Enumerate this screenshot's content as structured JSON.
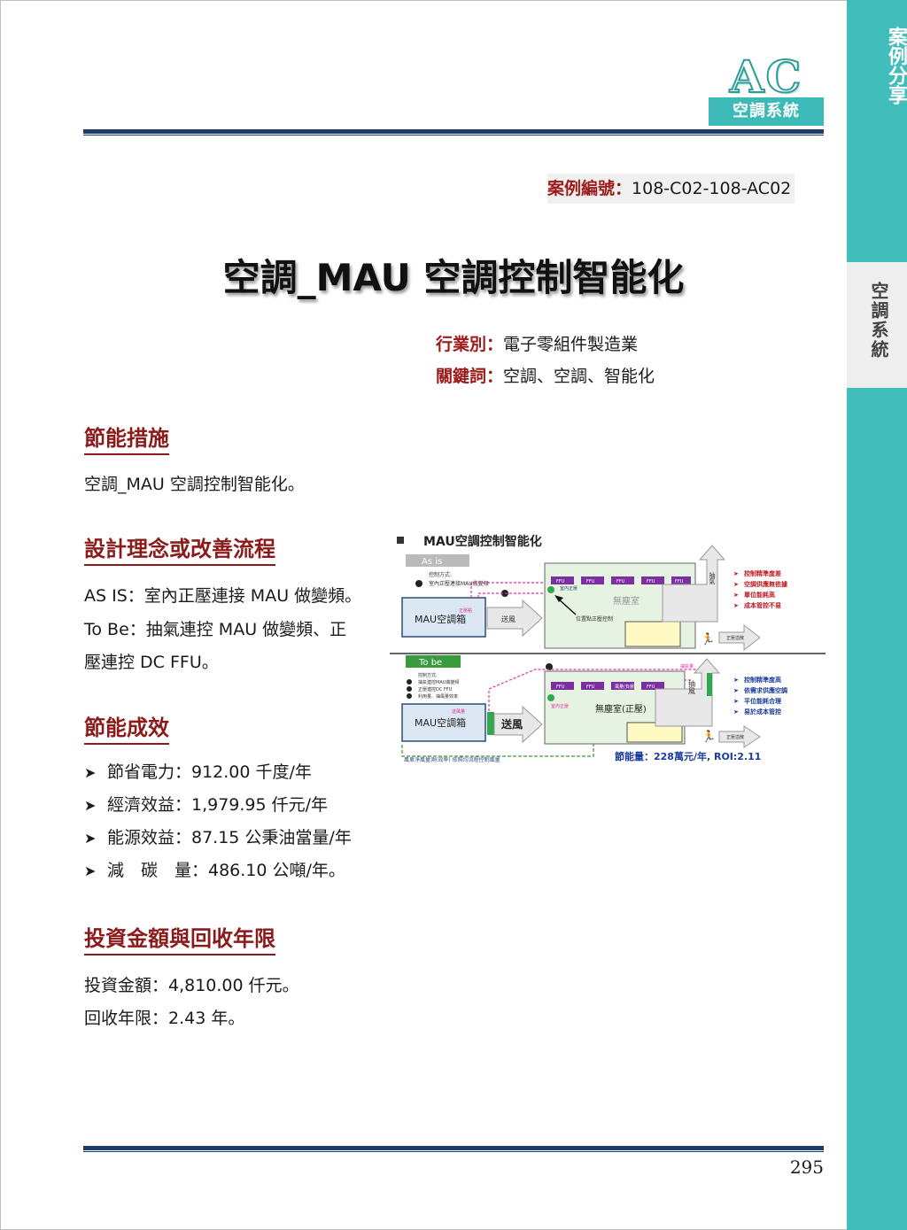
{
  "side_tabs": {
    "top": "案例分享",
    "selected": "空調系統"
  },
  "header": {
    "logo_letters": "AC",
    "logo_label": "空調系統"
  },
  "case": {
    "label": "案例編號：",
    "value": "108-C02-108-AC02"
  },
  "title": "空調_MAU 空調控制智能化",
  "meta": [
    {
      "label": "行業別：",
      "value": "電子零組件製造業"
    },
    {
      "label": "關鍵詞：",
      "value": "空調、空調、智能化"
    }
  ],
  "sections": {
    "measure": {
      "heading": "節能措施",
      "text": "空調_MAU 空調控制智能化。"
    },
    "design": {
      "heading": "設計理念或改善流程",
      "lines": [
        "AS IS：室內正壓連接 MAU 做變頻。",
        "To Be：抽氣連控 MAU 做變頻、正",
        "壓連控 DC FFU。"
      ]
    },
    "results": {
      "heading": "節能成效",
      "items": [
        "節省電力：912.00 千度/年",
        "經濟效益：1,979.95 仟元/年",
        "能源效益：87.15 公秉油當量/年",
        "減　碳　量：486.10 公噸/年。"
      ]
    },
    "investment": {
      "heading": "投資金額與回收年限",
      "lines": [
        "投資金額：4,810.00 仟元。",
        "回收年限：2.43 年。"
      ]
    }
  },
  "figure": {
    "title": "MAU空調控制智能化",
    "asis": {
      "tag": "As is",
      "ctrl_title": "控制方式:",
      "ctrl_line": "室內正壓連接MAU做變頻",
      "mau": "MAU空調箱",
      "duct": "送風",
      "ffu": "FFU",
      "room": "無塵室",
      "sensor": "室內正壓",
      "alarm": "正壓點",
      "note": "位置點正壓控制",
      "exhaust": "抽氣",
      "outlet": "正壓溢散",
      "issues": [
        "控制精準度差",
        "空調供應無依據",
        "單位能耗高",
        "成本管控不易"
      ]
    },
    "tobe": {
      "tag": "To be",
      "ctrl_title": "控制方式:",
      "ctrl_lines": [
        "抽氣連控MAU做變頻",
        "正壓連控DC FFU",
        "利用量、抽風量效率"
      ],
      "mau": "MAU空調箱",
      "duct": "送風",
      "ffu": "FFU",
      "ffu_mid": "風量(負壓)",
      "room": "無塵室(正壓)",
      "sensor": "室內正壓",
      "exhaust_meter": "抽氣量",
      "exhaust": "抽風",
      "outlet": "正壓溢散",
      "meter": "送風量",
      "issues": [
        "控制精準度高",
        "依需求供應空調",
        "平位能耗合理",
        "易於成本管控"
      ],
      "footer_left": "風車淨風量測(效率) 依照均流程控制風量",
      "footer_right": "節能量：228萬元/年, ROI:2.11"
    }
  },
  "page_number": "295"
}
